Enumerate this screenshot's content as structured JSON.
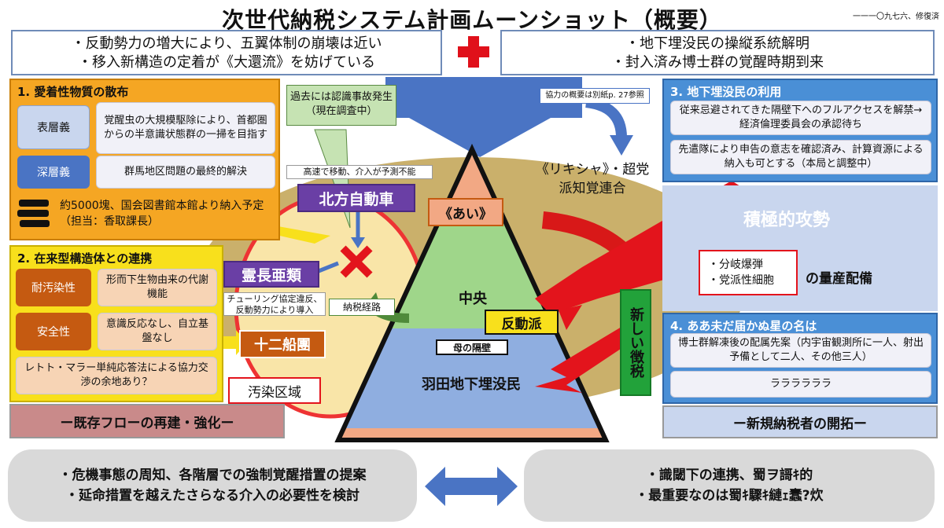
{
  "title": "次世代納税システム計画ムーンショット（概要）",
  "doc_number": "一一一〇九七六、修復済",
  "top_left": [
    "・反動勢力の増大により、五翼体制の崩壊は近い",
    "・移入新構造の定着が《大還流》を妨げている"
  ],
  "top_right": [
    "・地下埋没民の操縦系統解明",
    "・封入済み博士群の覚醒時期到来"
  ],
  "section1": {
    "heading": "1. 愛着性物質の散布",
    "rows": [
      {
        "tag": "表層義",
        "desc": "覚醒虫の大規模駆除により、首都圏からの半意識状態群の一掃を目指す"
      },
      {
        "tag": "深層義",
        "desc": "群馬地区問題の最終的解決"
      }
    ],
    "note": "約5000塊、国会図書館本館より納入予定（担当：香取課長）"
  },
  "section2": {
    "heading": "2. 在来型構造体との連携",
    "rows": [
      {
        "tag": "耐汚染性",
        "desc": "形而下生物由来の代謝機能"
      },
      {
        "tag": "安全性",
        "desc": "意識反応なし、自立基盤なし"
      }
    ],
    "note": "レトト・マラー単純応答法による協力交渉の余地あり？",
    "footer": "ー既存フローの再建・強化ー"
  },
  "section3": {
    "heading": "3. 地下埋没民の利用",
    "items": [
      "従来忌避されてきた隔壁下へのフルアクセスを解禁→経済倫理委員会の承認待ち",
      "先遣隊により申告の意志を確認済み、計算資源による納入も可とする（本局と調整中）"
    ]
  },
  "section4": {
    "heading": "4. ああ未だ届かぬ星の名は",
    "items": [
      "博士群解凍後の配属先案（内宇宙観測所に一人、射出予備として二人、その他三人）",
      "ララララララ"
    ],
    "footer": "ー新規納税者の開拓ー"
  },
  "center": {
    "callout_past": "過去には認識事故発生（現在調査中）",
    "cooperation_note": "協力の概要は別紙p. 27参照",
    "rikisha": "《リキシャ》・超党派知覚連合",
    "highspeed_note": "高速で移動、介入が予測不能",
    "hoppo": "北方自動車",
    "reichoruirui": "霊長亜類",
    "turing_note": "チューリング協定違反、反動勢力により導入",
    "nozei_route": "納税経路",
    "jyuni": "十二船團",
    "osen": "汚染区域",
    "ai": "《あい》",
    "chuo": "中央",
    "handoha": "反動派",
    "haha": "母の隔壁",
    "haneda": "羽田地下埋没民",
    "sekkyoku": "積極的攻勢",
    "bunki": [
      "・分岐爆弾",
      "・党派性細胞"
    ],
    "ryosan": "の量産配備",
    "atarashii": "新しい徴税"
  },
  "bottom_left": [
    "・危機事態の周知、各階層での強制覚醒措置の提案",
    "・延命措置を越えたさらなる介入の必要性を検討"
  ],
  "bottom_right": [
    "・識閾下の連携、蜀ヲ謌ｷ的",
    "・最重要なのは蜀ｷ驟ｷ縺ｪ蠢?炊"
  ],
  "colors": {
    "accent_red": "#e0101a",
    "blue_arrow": "#4a74c4",
    "purple": "#6a3fa5",
    "orange_panel": "#f5a623",
    "yellow_panel": "#f8e01c",
    "blue_panel": "#4a8fd6"
  }
}
